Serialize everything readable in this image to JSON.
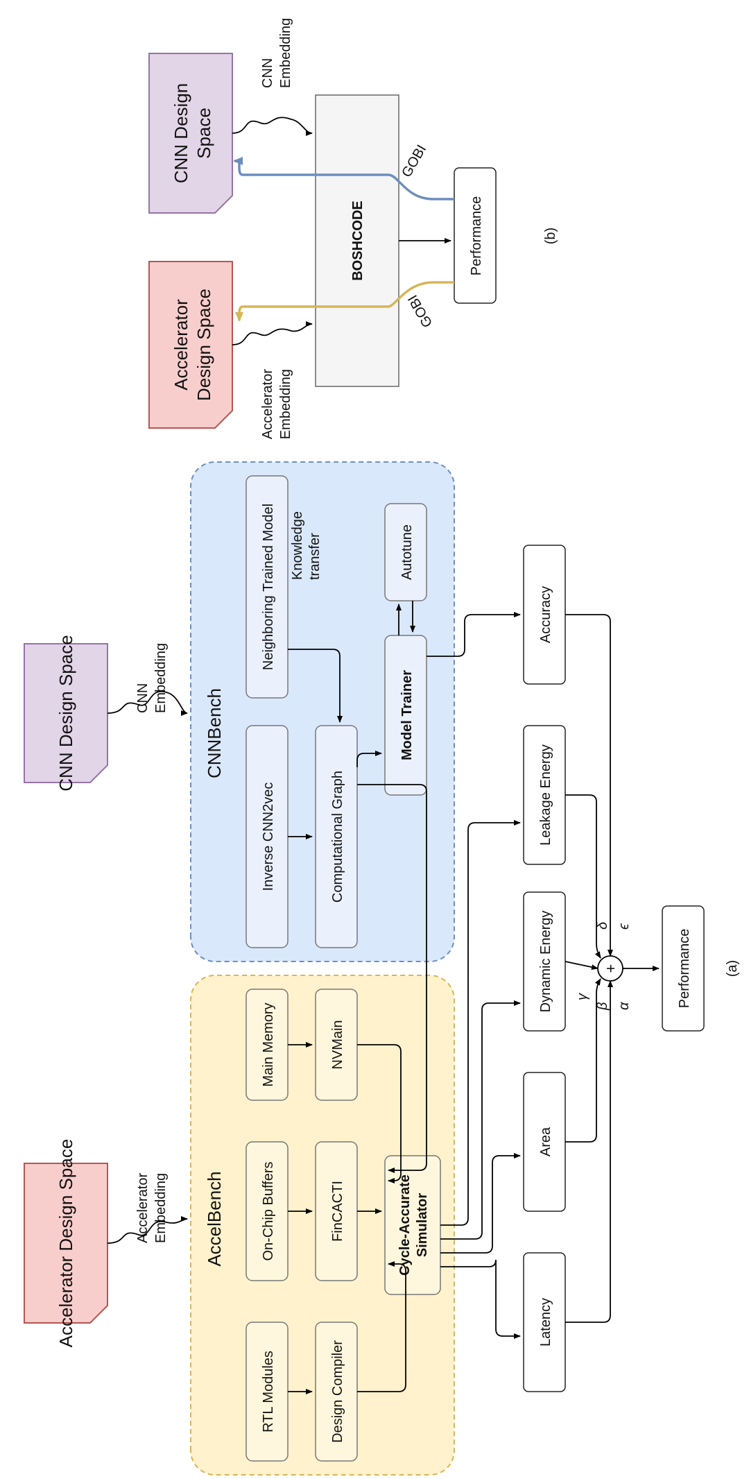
{
  "colors": {
    "accel_design_fill": "#f8cecc",
    "accel_design_stroke": "#b85450",
    "cnn_design_fill": "#e1d5e7",
    "cnn_design_stroke": "#9673a6",
    "accelbench_fill": "#fff2cc",
    "accelbench_stroke": "#d6b656",
    "cnnbench_fill": "#dae8fc",
    "cnnbench_stroke": "#6c8ebf",
    "gobi_accel": "#d6b656",
    "gobi_cnn": "#6c8ebf",
    "boshcode_fill": "#f5f5f5"
  },
  "panel_a": {
    "accel_design_space": "Accelerator Design Space",
    "accel_embedding": "Accelerator Embedding",
    "cnn_design_space": "CNN Design Space",
    "cnn_embedding": "CNN Embedding",
    "accelbench": {
      "title": "AccelBench",
      "rtl_modules": "RTL Modules",
      "design_compiler": "Design Compiler",
      "on_chip_buffers": "On-Chip Buffers",
      "fincacti": "FinCACTI",
      "main_memory": "Main Memory",
      "nvmain": "NVMain",
      "simulator": "Cycle-Accurate Simulator"
    },
    "cnnbench": {
      "title": "CNNBench",
      "inverse_cnn2vec": "Inverse CNN2vec",
      "neighboring_model": "Neighboring Trained Model",
      "knowledge_transfer": "Knowledge transfer",
      "computational_graph": "Computational Graph",
      "model_trainer": "Model Trainer",
      "autotune": "Autotune"
    },
    "metrics": {
      "latency": "Latency",
      "area": "Area",
      "dynamic_energy": "Dynamic Energy",
      "leakage_energy": "Leakage Energy",
      "accuracy": "Accuracy"
    },
    "weights": {
      "alpha": "α",
      "beta": "β",
      "gamma": "γ",
      "delta": "δ",
      "epsilon": "ϵ"
    },
    "sum_symbol": "+",
    "performance": "Performance",
    "caption": "(a)"
  },
  "panel_b": {
    "accel_design_space": "Accelerator Design Space",
    "accel_embedding": "Accelerator Embedding",
    "cnn_design_space": "CNN Design Space",
    "cnn_embedding": "CNN Embedding",
    "boshcode": "BOSHCODE",
    "performance": "Performance",
    "gobi_accel": "GOBI",
    "gobi_cnn": "GOBI",
    "caption": "(b)"
  }
}
